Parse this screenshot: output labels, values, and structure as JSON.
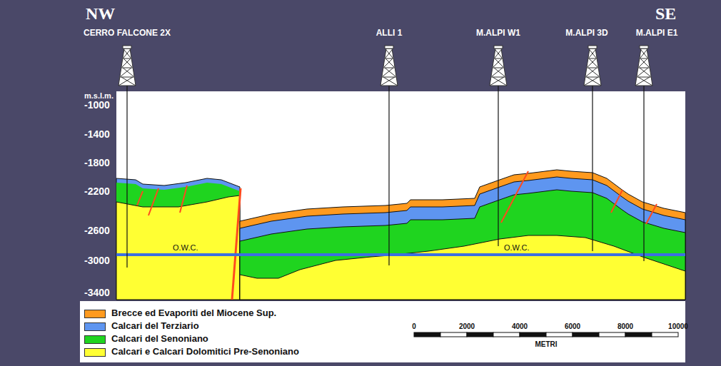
{
  "diagram": {
    "labels": [
      "NW",
      "SE",
      "CERRO FALCONE 2X",
      "ALLI 1",
      "M.ALPI W1",
      "M.ALPI 3D",
      "M.ALPI E1",
      "m.s.l.m.",
      "-1000",
      "-1400",
      "-1800",
      "-2200",
      "-2600",
      "-3000",
      "-3400",
      "O.W.C.",
      "O.W.C.",
      "0",
      "2000",
      "4000",
      "6000",
      "8000",
      "10000",
      "METRI"
    ],
    "legend": [
      {
        "text": "Brecce ed Evaporiti del Miocene Sup.",
        "color": "#ff9a1e"
      },
      {
        "text": "Calcari del Terziario",
        "color": "#5e95f0"
      },
      {
        "text": "Calcari del Senoniano",
        "color": "#1fd41f"
      },
      {
        "text": "Calcari e Calcari Dolomitici Pre-Senoniano",
        "color": "#ffff33"
      }
    ]
  }
}
